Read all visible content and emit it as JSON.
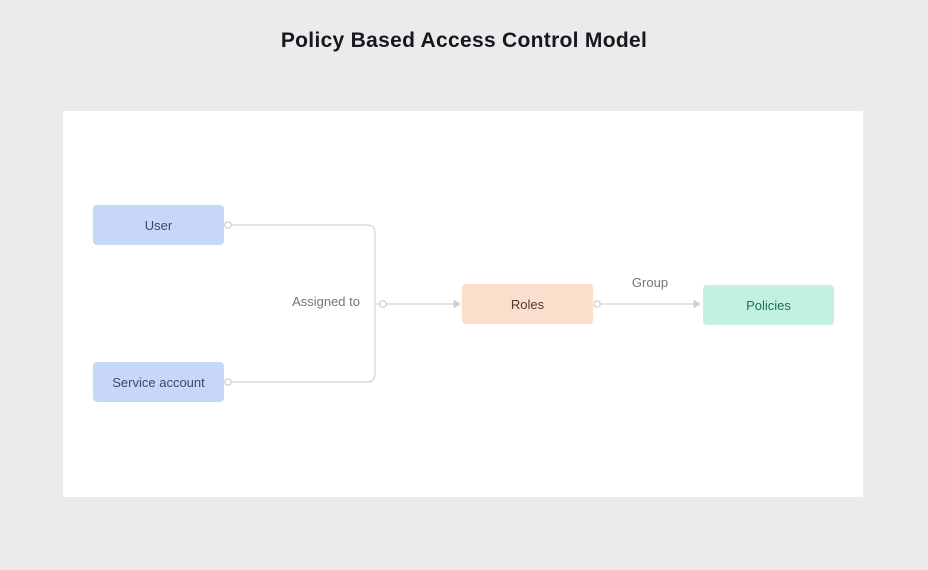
{
  "title": "Policy Based Access Control Model",
  "nodes": {
    "user": {
      "label": "User"
    },
    "service_account": {
      "label": "Service account"
    },
    "roles": {
      "label": "Roles"
    },
    "policies": {
      "label": "Policies"
    }
  },
  "edges": [
    {
      "from": "user",
      "to": "roles",
      "label": "Assigned to"
    },
    {
      "from": "service_account",
      "to": "roles",
      "label": "Assigned to"
    },
    {
      "from": "roles",
      "to": "policies",
      "label": "Group"
    }
  ],
  "edge_labels": {
    "assigned_to": "Assigned to",
    "group": "Group"
  },
  "colors": {
    "background": "#ebebeb",
    "canvas": "#ffffff",
    "node_user_fill": "#c7d7f8",
    "node_user_text": "#3a4a66",
    "node_roles_fill": "#fbdfcc",
    "node_roles_text": "#4c3c30",
    "node_policies_fill": "#c2f0e1",
    "node_policies_text": "#1e6f5f",
    "connector_line": "#d4d4d4",
    "connector_dot_stroke": "#c9c9c9",
    "edge_label_text": "#71757e",
    "title_text": "#17171f"
  }
}
